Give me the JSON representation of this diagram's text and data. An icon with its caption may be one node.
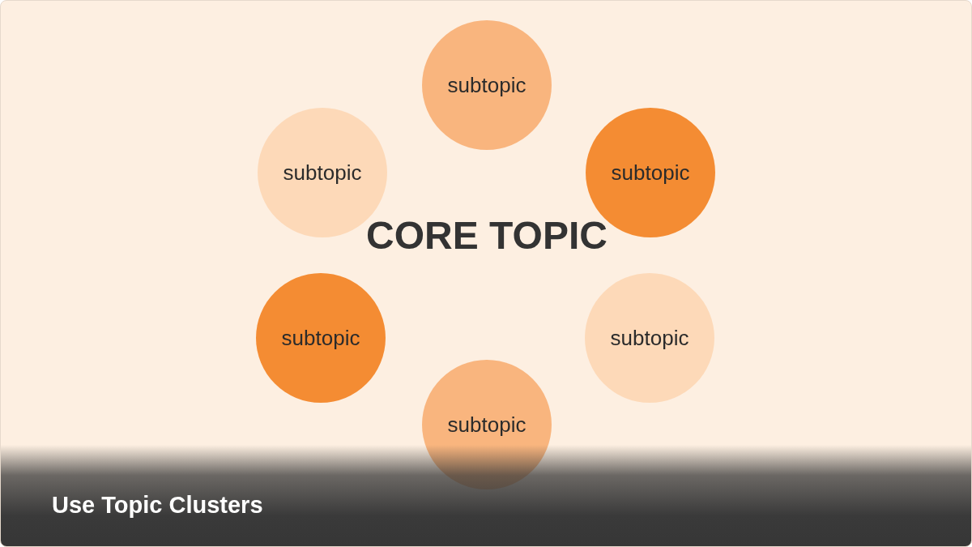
{
  "diagram": {
    "caption": "Use Topic Clusters",
    "nodes": [
      {
        "text": [
          "subtopic"
        ]
      },
      {
        "text": [
          "subtopic"
        ]
      },
      {
        "text": [
          "subtopic"
        ]
      },
      {
        "text": [
          "subtopic"
        ]
      },
      {
        "text": [
          "subtopic"
        ]
      },
      {
        "text": [
          "subtopic"
        ]
      }
    ],
    "labels": [
      "CORE TOPIC"
    ]
  }
}
